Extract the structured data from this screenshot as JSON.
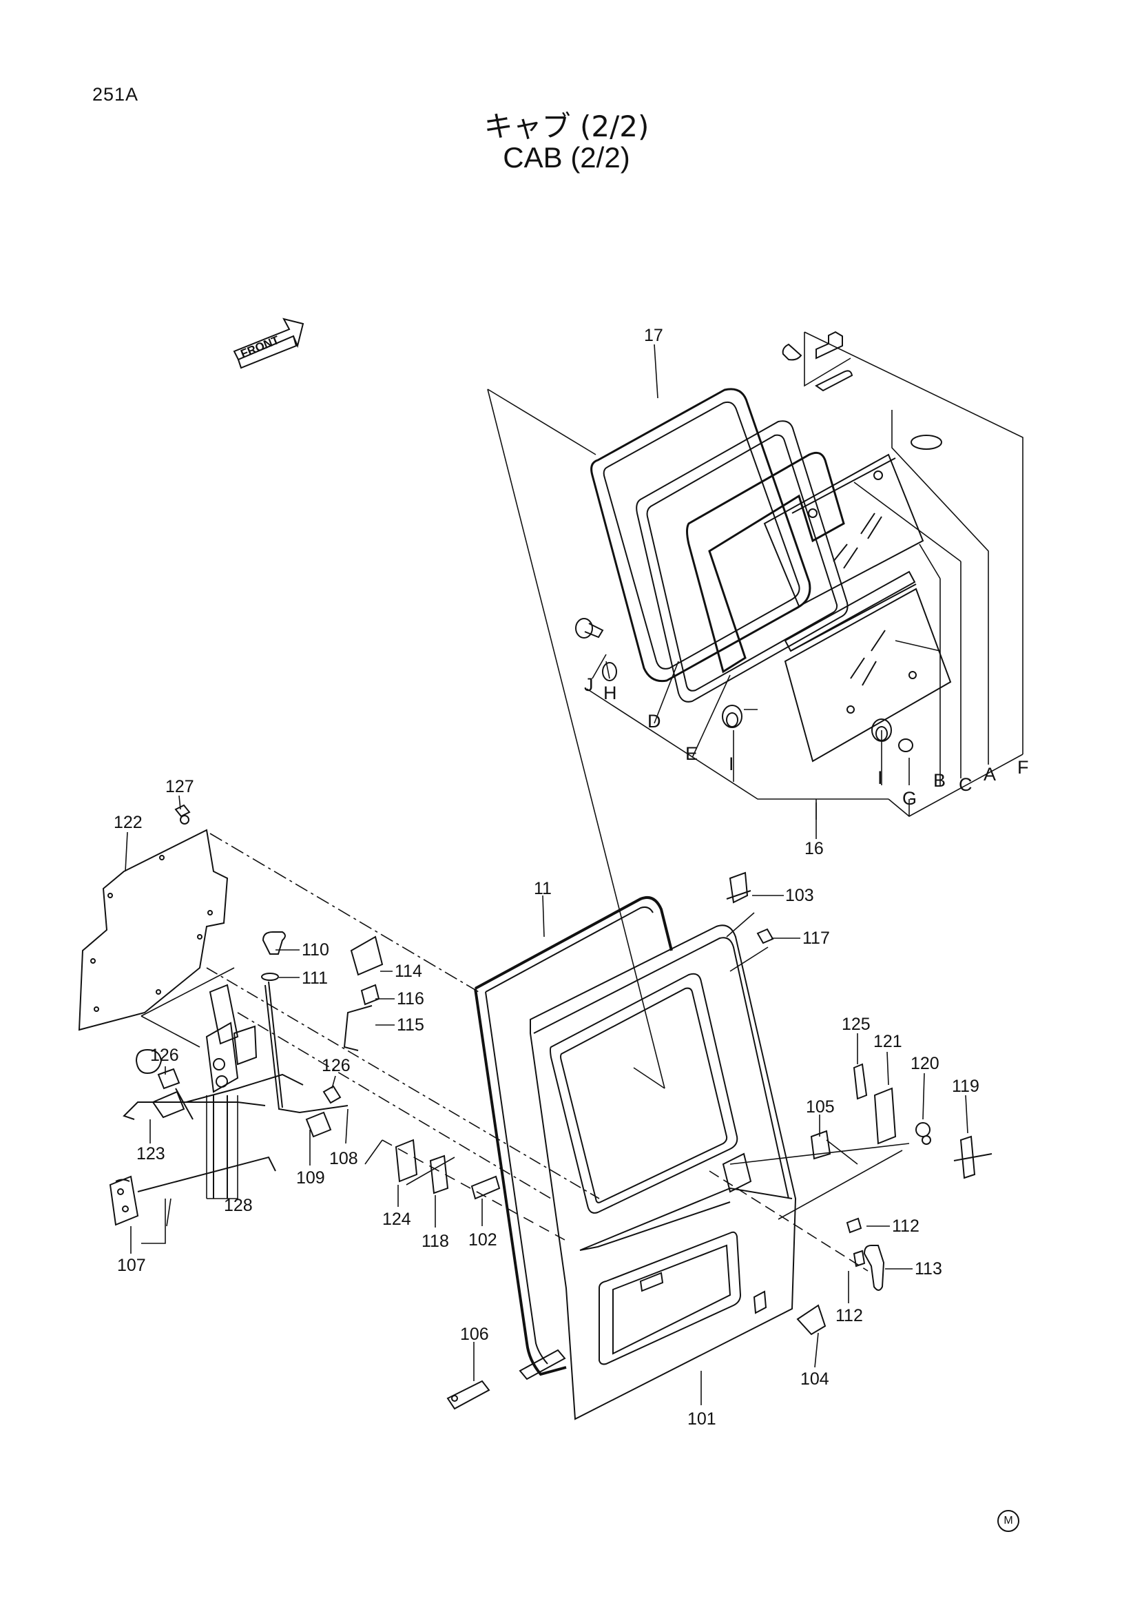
{
  "page_code": "251A",
  "title_jp": "キャブ (2/2)",
  "title_en": "CAB  (2/2)",
  "front_label": "FRONT",
  "corner_mark": "M",
  "part_labels": [
    "17",
    "16",
    "11",
    "101",
    "102",
    "103",
    "104",
    "105",
    "106",
    "107",
    "108",
    "109",
    "110",
    "111",
    "112",
    "112",
    "113",
    "114",
    "115",
    "116",
    "117",
    "118",
    "119",
    "120",
    "121",
    "122",
    "123",
    "124",
    "125",
    "126",
    "126",
    "127",
    "128"
  ],
  "letter_labels": [
    "A",
    "B",
    "C",
    "D",
    "E",
    "F",
    "G",
    "H",
    "I",
    "I",
    "J"
  ]
}
